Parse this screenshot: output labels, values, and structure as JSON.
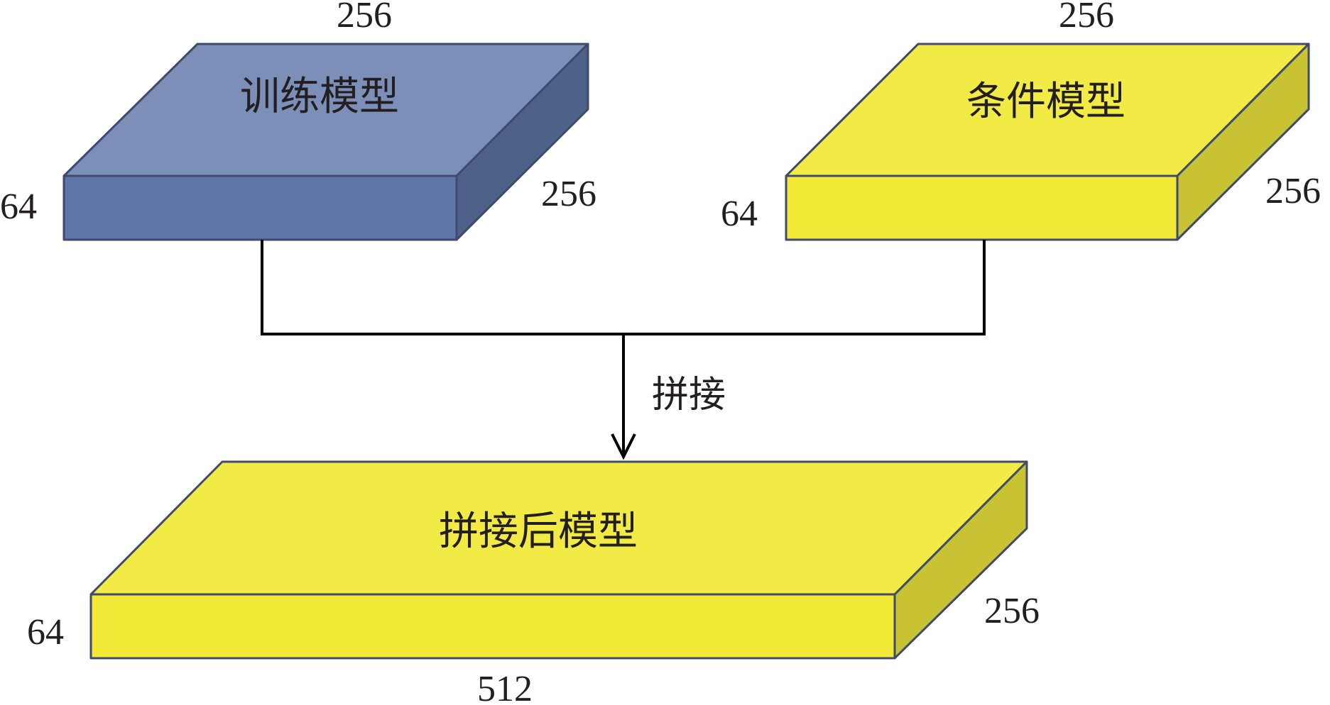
{
  "blocks": {
    "training": {
      "label": "训练模型",
      "dims": {
        "top": "256",
        "left": "64",
        "right": "256"
      },
      "colors": {
        "top": "#7b8fb8",
        "front": "#5e77a8",
        "side": "#4d6189"
      }
    },
    "condition": {
      "label": "条件模型",
      "dims": {
        "top": "256",
        "left": "64",
        "right": "256"
      },
      "colors": {
        "top": "#f2ea45",
        "front": "#f2e836",
        "side": "#c9c232"
      }
    },
    "merged": {
      "label": "拼接后模型",
      "dims": {
        "bottom": "512",
        "left": "64",
        "right": "256"
      },
      "colors": {
        "top": "#f2ea45",
        "front": "#f2e836",
        "side": "#c9c232"
      }
    }
  },
  "connector": {
    "label": "拼接"
  }
}
